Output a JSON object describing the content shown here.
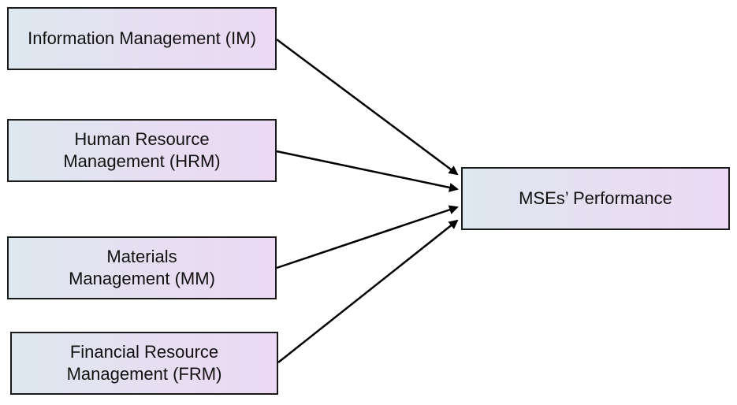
{
  "diagram": {
    "nodes": {
      "im": {
        "line1": "Information Management (IM)",
        "line2": ""
      },
      "hrm": {
        "line1": "Human Resource",
        "line2": "Management (HRM)"
      },
      "mm": {
        "line1": "Materials",
        "line2": "Management (MM)"
      },
      "frm": {
        "line1": "Financial Resource",
        "line2": "Management (FRM)"
      },
      "mse": {
        "line1": "MSEs’ Performance",
        "line2": ""
      }
    },
    "edges": [
      {
        "from": "im",
        "to": "mse"
      },
      {
        "from": "hrm",
        "to": "mse"
      },
      {
        "from": "mm",
        "to": "mse"
      },
      {
        "from": "frm",
        "to": "mse"
      }
    ],
    "colors": {
      "box_gradient_start": "#dde8ef",
      "box_gradient_end": "#ecd9f4",
      "border": "#1a1a1a",
      "arrow": "#000000"
    }
  }
}
